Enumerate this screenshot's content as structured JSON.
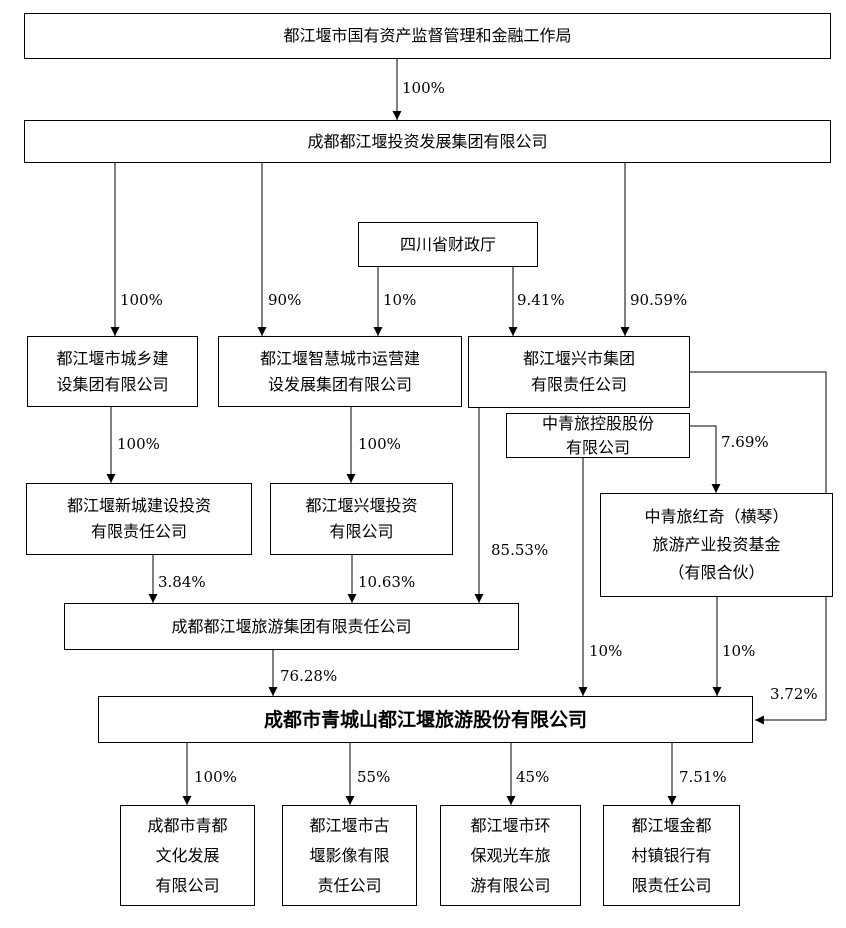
{
  "nodes": {
    "bureau": "都江堰市国有资产监督管理和金融工作局",
    "investment_group": "成都都江堰投资发展集团有限公司",
    "sichuan_finance": "四川省财政厅",
    "urban_rural": "都江堰市城乡建\n设集团有限公司",
    "smart_city": "都江堰智慧城市运营建\n设发展集团有限公司",
    "xingshi_group": "都江堰兴市集团\n有限责任公司",
    "zhongqinglv": "中青旅控股股份\n有限公司",
    "hongqi_fund": "中青旅红奇（横琴）\n旅游产业投资基金\n（有限合伙）",
    "xincheng": "都江堰新城建设投资\n有限责任公司",
    "xingyan": "都江堰兴堰投资\n有限公司",
    "tourism_group": "成都都江堰旅游集团有限责任公司",
    "main_company": "成都市青城山都江堰旅游股份有限公司",
    "sub_qingdu": "成都市青都\n文化发展\n有限公司",
    "sub_guyan": "都江堰市古\n堰影像有限\n责任公司",
    "sub_sightseeing": "都江堰市环\n保观光车旅\n游有限公司",
    "sub_bank": "都江堰金都\n村镇银行有\n限责任公司"
  },
  "ownership": {
    "bureau_to_investment": "100%",
    "investment_to_urban_rural": "100%",
    "investment_to_smart_city": "90%",
    "finance_to_smart_city": "10%",
    "finance_to_xingshi": "9.41%",
    "investment_to_xingshi": "90.59%",
    "urban_rural_to_xincheng": "100%",
    "smart_city_to_xingyan": "100%",
    "zhongqinglv_to_fund": "7.69%",
    "xincheng_to_tourism": "3.84%",
    "xingyan_to_tourism": "10.63%",
    "xingshi_to_tourism": "85.53%",
    "tourism_to_main": "76.28%",
    "zhongqinglv_to_main": "10%",
    "fund_to_main": "10%",
    "xingshi_to_main": "3.72%",
    "main_to_qingdu": "100%",
    "main_to_guyan": "55%",
    "main_to_sightseeing": "45%",
    "main_to_bank": "7.51%"
  }
}
